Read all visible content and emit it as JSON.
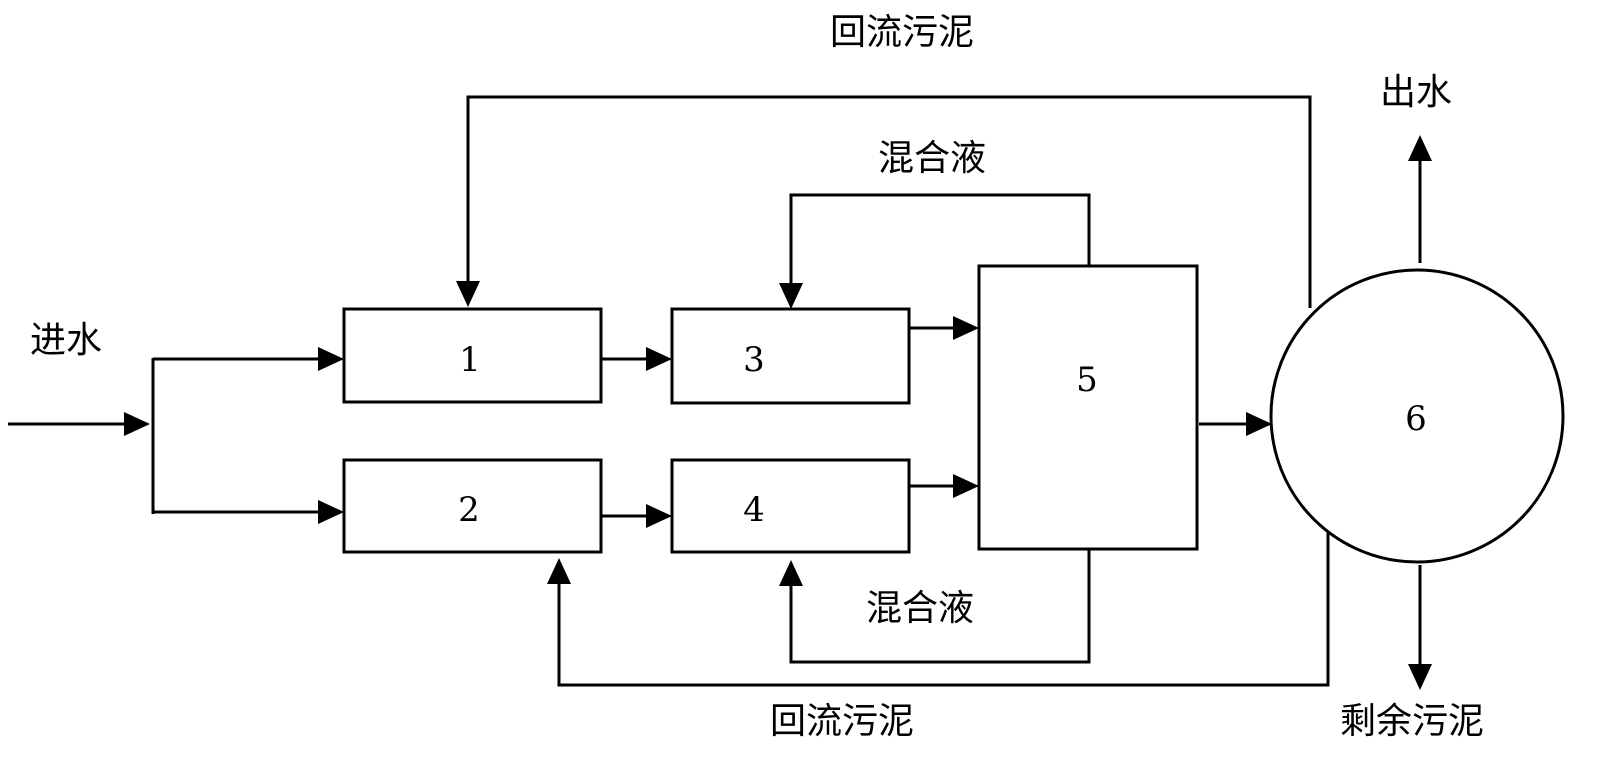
{
  "process": {
    "units": [
      {
        "id": "1",
        "label": "1"
      },
      {
        "id": "2",
        "label": "2"
      },
      {
        "id": "3",
        "label": "3"
      },
      {
        "id": "4",
        "label": "4"
      },
      {
        "id": "5",
        "label": "5"
      },
      {
        "id": "6",
        "label": "6"
      }
    ],
    "labels": {
      "influent": "进水",
      "effluent": "出水",
      "return_sludge_top": "回流污泥",
      "return_sludge_bottom": "回流污泥",
      "mixed_liquor_top": "混合液",
      "mixed_liquor_bottom": "混合液",
      "excess_sludge": "剩余污泥"
    },
    "flows": [
      {
        "from": "进水",
        "to": "1"
      },
      {
        "from": "进水",
        "to": "2"
      },
      {
        "from": "1",
        "to": "3"
      },
      {
        "from": "2",
        "to": "4"
      },
      {
        "from": "3",
        "to": "5"
      },
      {
        "from": "4",
        "to": "5"
      },
      {
        "from": "5",
        "to": "6"
      },
      {
        "from": "6",
        "to": "出水"
      },
      {
        "from": "6",
        "to": "剩余污泥"
      },
      {
        "from": "6",
        "to": "1",
        "label": "回流污泥"
      },
      {
        "from": "6",
        "to": "2",
        "label": "回流污泥"
      },
      {
        "from": "5",
        "to": "3",
        "label": "混合液"
      },
      {
        "from": "5",
        "to": "4",
        "label": "混合液"
      }
    ]
  }
}
